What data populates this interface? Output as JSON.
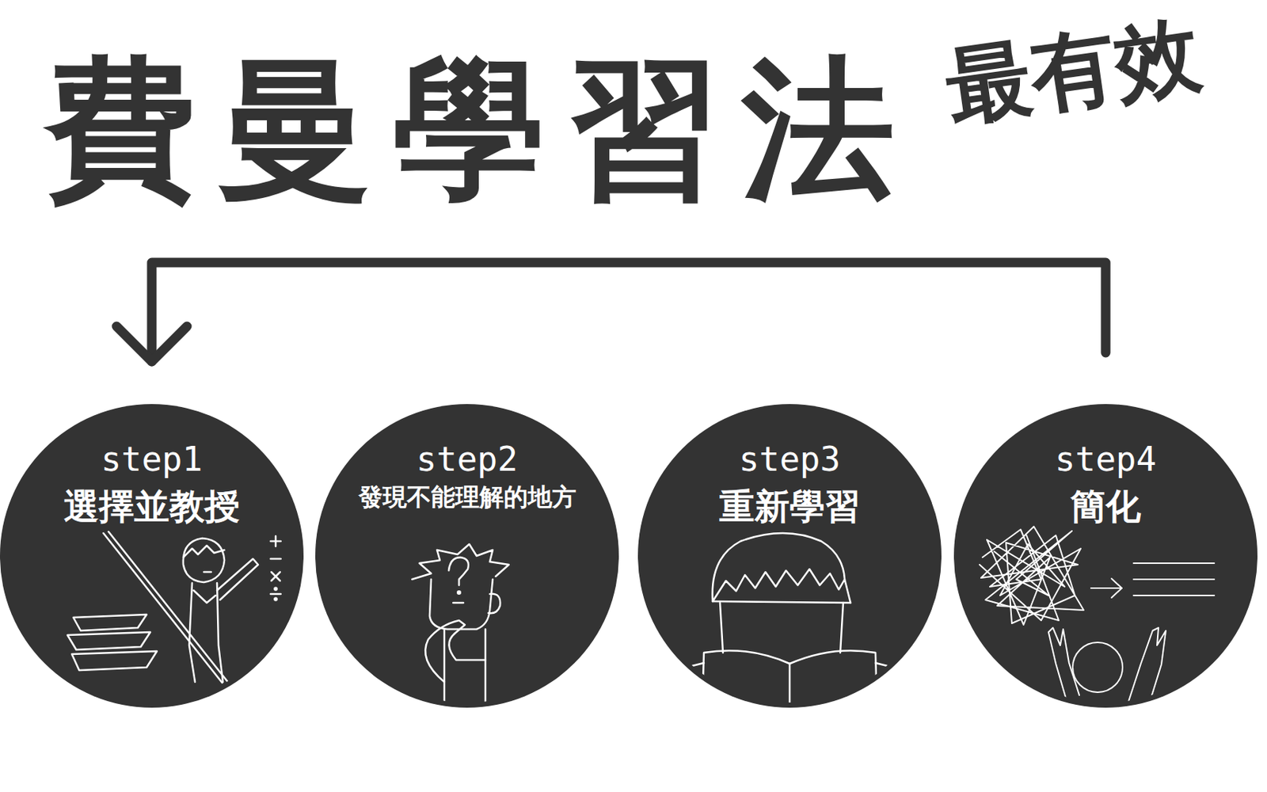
{
  "diagram": {
    "title": "費曼學習法",
    "nodes": [
      {
        "text": [
          "step1",
          "選擇並教授"
        ]
      },
      {
        "text": [
          "step2",
          "發現不能理解的地方"
        ]
      },
      {
        "text": [
          "step3",
          "重新學習"
        ]
      },
      {
        "text": [
          "step4",
          "簡化"
        ]
      }
    ],
    "edges": [
      {
        "from": 3,
        "to": 0,
        "arrow": "to"
      }
    ],
    "labels": [
      "最有效"
    ]
  }
}
